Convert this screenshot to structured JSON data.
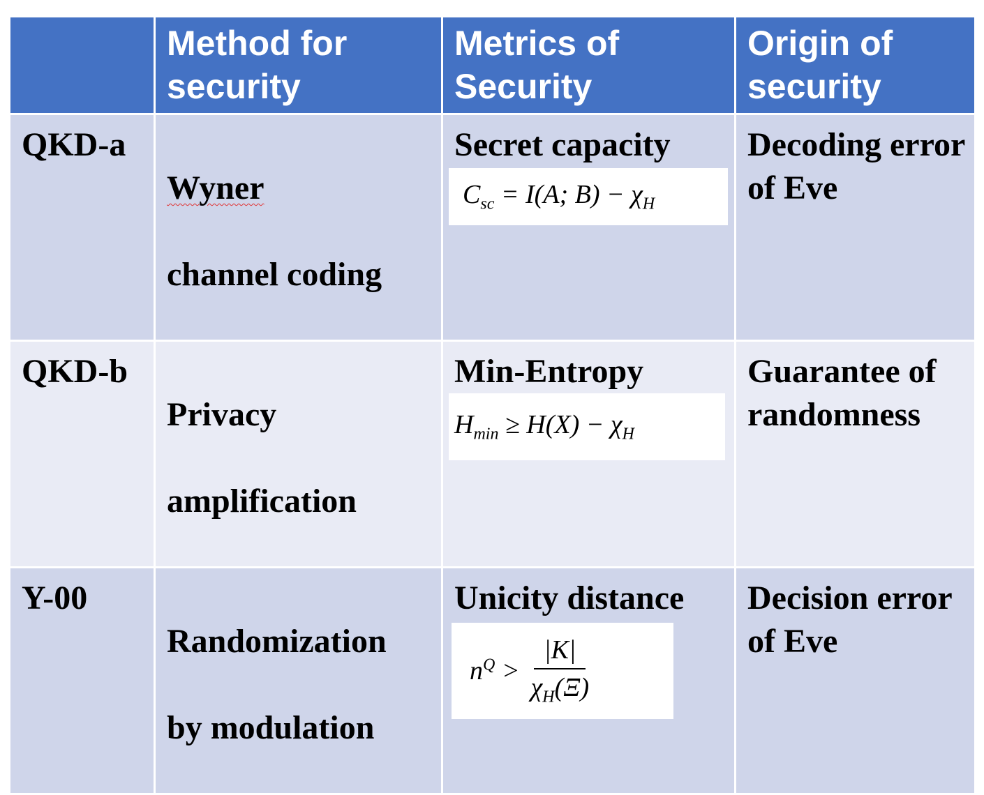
{
  "headers": [
    "",
    "Method for security",
    "Metrics of Security",
    "Origin of security"
  ],
  "rows": [
    {
      "scheme": "QKD-a",
      "method_line1": "Wyner",
      "method_line2": "channel coding",
      "metric": "Secret capacity",
      "formula": "C_sc = I(A;B) − χ_H",
      "origin": "Decoding error of Eve"
    },
    {
      "scheme": "QKD-b",
      "method_line1": "Privacy",
      "method_line2": "amplification",
      "metric": "Min-Entropy",
      "formula": "H_min ≥ H(X) − χ_H",
      "origin": "Guarantee of randomness"
    },
    {
      "scheme": "Y-00",
      "method_line1": "Randomization",
      "method_line2": "by modulation",
      "metric": "Unicity distance",
      "formula": "n^Q > |K| / χ_H(Ξ)",
      "origin": "Decision error of Eve"
    }
  ],
  "colors": {
    "header_bg": "#4472c4",
    "row_dark": "#cfd5ea",
    "row_light": "#e9ebf5"
  }
}
